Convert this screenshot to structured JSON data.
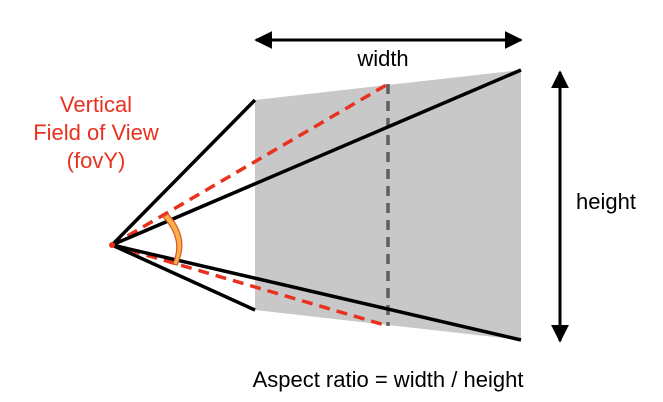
{
  "labels": {
    "fov_line1": "Vertical",
    "fov_line2": "Field of View",
    "fov_line3": "(fovY)",
    "width": "width",
    "height": "height",
    "aspect": "Aspect ratio = width / height"
  },
  "colors": {
    "frustum_fill": "#c8c8c8",
    "line": "#000000",
    "fov_dashed": "#e8321f",
    "fov_text": "#e8321f",
    "mid_dashed": "#606060",
    "angle_arc": "#f7b24a",
    "angle_arc_stroke": "#e0502a"
  }
}
